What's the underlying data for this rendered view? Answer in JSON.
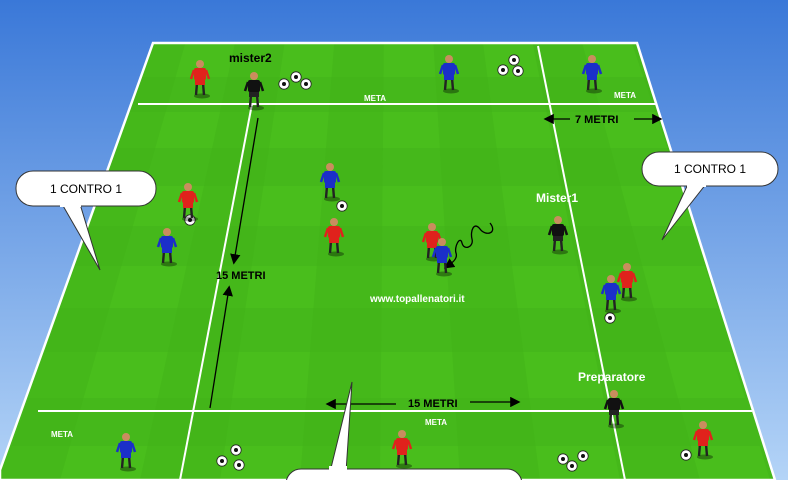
{
  "colors": {
    "sky_top": "#3a78d8",
    "sky_bottom": "#a9cdf5",
    "grass_light": "#4cc21e",
    "grass_dark": "#3fae16",
    "line": "#ffffff",
    "red_team": "#e0221c",
    "blue_team": "#1b2fc9",
    "coach": "#111111"
  },
  "labels": {
    "mister2": "mister2",
    "mister1": "Mister1",
    "preparatore": "Preparatore",
    "meta": "META",
    "seven_metri": "7 METRI",
    "fifteen_metri_vertical": "15 METRI",
    "fifteen_metri_horizontal": "15 METRI",
    "website": "www.topallenatori.it"
  },
  "callouts": {
    "left": "1 CONTRO 1",
    "right": "1 CONTRO 1",
    "bottom": ""
  },
  "players": [
    {
      "team": "red"
    },
    {
      "team": "coach"
    },
    {
      "team": "blue"
    },
    {
      "team": "blue"
    },
    {
      "team": "red"
    },
    {
      "team": "blue"
    },
    {
      "team": "blue"
    },
    {
      "team": "red"
    },
    {
      "team": "red"
    },
    {
      "team": "blue"
    },
    {
      "team": "coach"
    },
    {
      "team": "blue"
    },
    {
      "team": "red"
    },
    {
      "team": "coach"
    },
    {
      "team": "blue"
    },
    {
      "team": "red"
    },
    {
      "team": "red"
    }
  ],
  "ball_icon": "soccer-ball-icon"
}
